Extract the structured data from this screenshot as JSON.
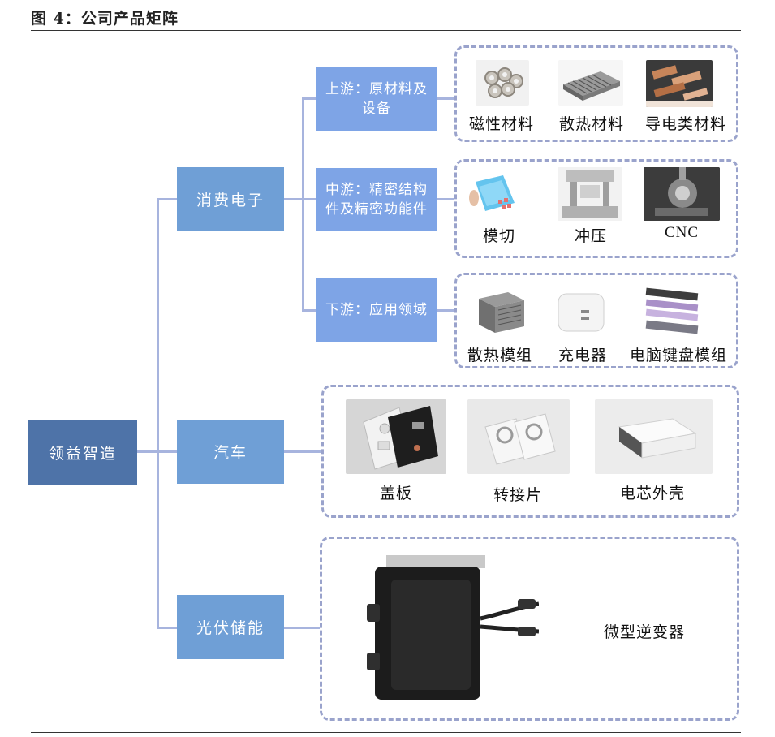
{
  "figure_title": "图 4：公司产品矩阵",
  "root": "领益智造",
  "branches": [
    {
      "label": "消费电子",
      "children": [
        {
          "label": "上游：原材料及设备",
          "products": [
            "磁性材料",
            "散热材料",
            "导电类材料"
          ]
        },
        {
          "label": "中游：精密结构件及精密功能件",
          "products": [
            "模切",
            "冲压",
            "CNC"
          ]
        },
        {
          "label": "下游：应用领域",
          "products": [
            "散热模组",
            "充电器",
            "电脑键盘模组"
          ]
        }
      ]
    },
    {
      "label": "汽车",
      "products": [
        "盖板",
        "转接片",
        "电芯外壳"
      ]
    },
    {
      "label": "光伏储能",
      "products": [
        "微型逆变器"
      ]
    }
  ]
}
